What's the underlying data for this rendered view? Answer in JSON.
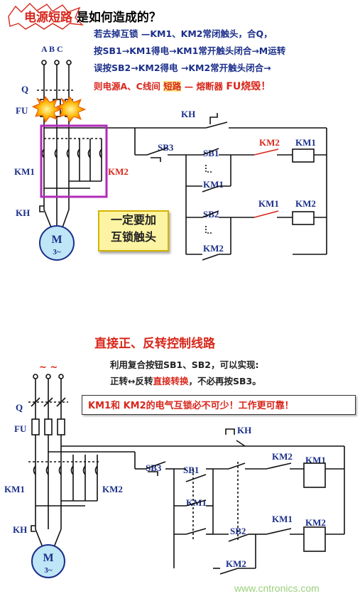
{
  "top": {
    "title_red": "电源短路",
    "title_black": "是如何造成的？",
    "line1": "若去掉互锁 —KM1、KM2常闭触头，合Q，",
    "line2": "按SB1→KM1得电→KM1常开触头闭合→M运转",
    "line3": "误按SB2→KM2得电 →KM2常开触头闭合→",
    "line4_a": "则电源A、C线间",
    "line4_b": "短路",
    "line4_c": "— 熔断器",
    "line4_d": "FU烧毁！",
    "phase_labels": "A B C",
    "note": [
      "一定要加",
      "互锁触头"
    ]
  },
  "bottom": {
    "title": "直接正、反转控制线路",
    "desc1": "利用复合按钮SB1、SB2，可以实现:",
    "desc2_a": "正转↔反转",
    "desc2_b": "直接转换",
    "desc2_c": "，不必再按SB3。",
    "box": "KM1和 KM2的电气互锁必不可少！工作更可靠！",
    "tilde": "~ ~"
  },
  "labels": {
    "q": "Q",
    "fu": "FU",
    "km1": "KM1",
    "km2": "KM2",
    "kh": "KH",
    "sb1": "SB1",
    "sb2": "SB2",
    "sb3": "SB3",
    "m": "M",
    "m3": "3~"
  },
  "watermark": "www.cntronics.com",
  "colors": {
    "accent_red": "#d8261b",
    "label_blue": "#1b2f8a",
    "frame_purple": "#b02ab8",
    "motor_fill": "#bfe6f7"
  }
}
